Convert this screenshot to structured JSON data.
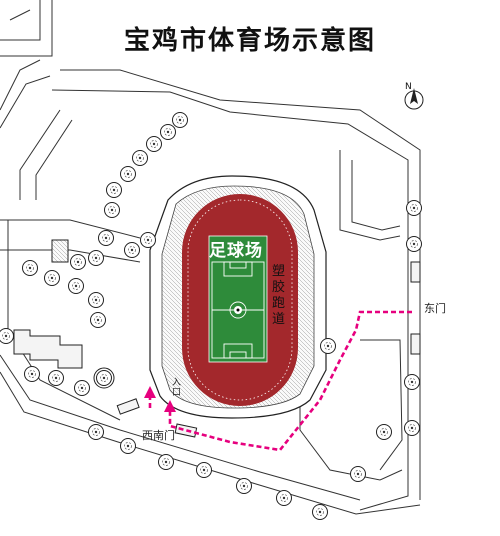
{
  "title": "宝鸡市体育场示意图",
  "labels": {
    "football_field": "足球场",
    "track": "塑胶跑道",
    "east_gate": "东门",
    "south_west_gate": "西南门",
    "entrance": "入口",
    "north": "N"
  },
  "colors": {
    "track": "#a3282c",
    "field": "#2e8b3a",
    "route": "#e6007e",
    "building": "#f4f4f4"
  },
  "icons": [
    "north-arrow-icon",
    "tree-icon",
    "entrance-arrow-icon"
  ]
}
